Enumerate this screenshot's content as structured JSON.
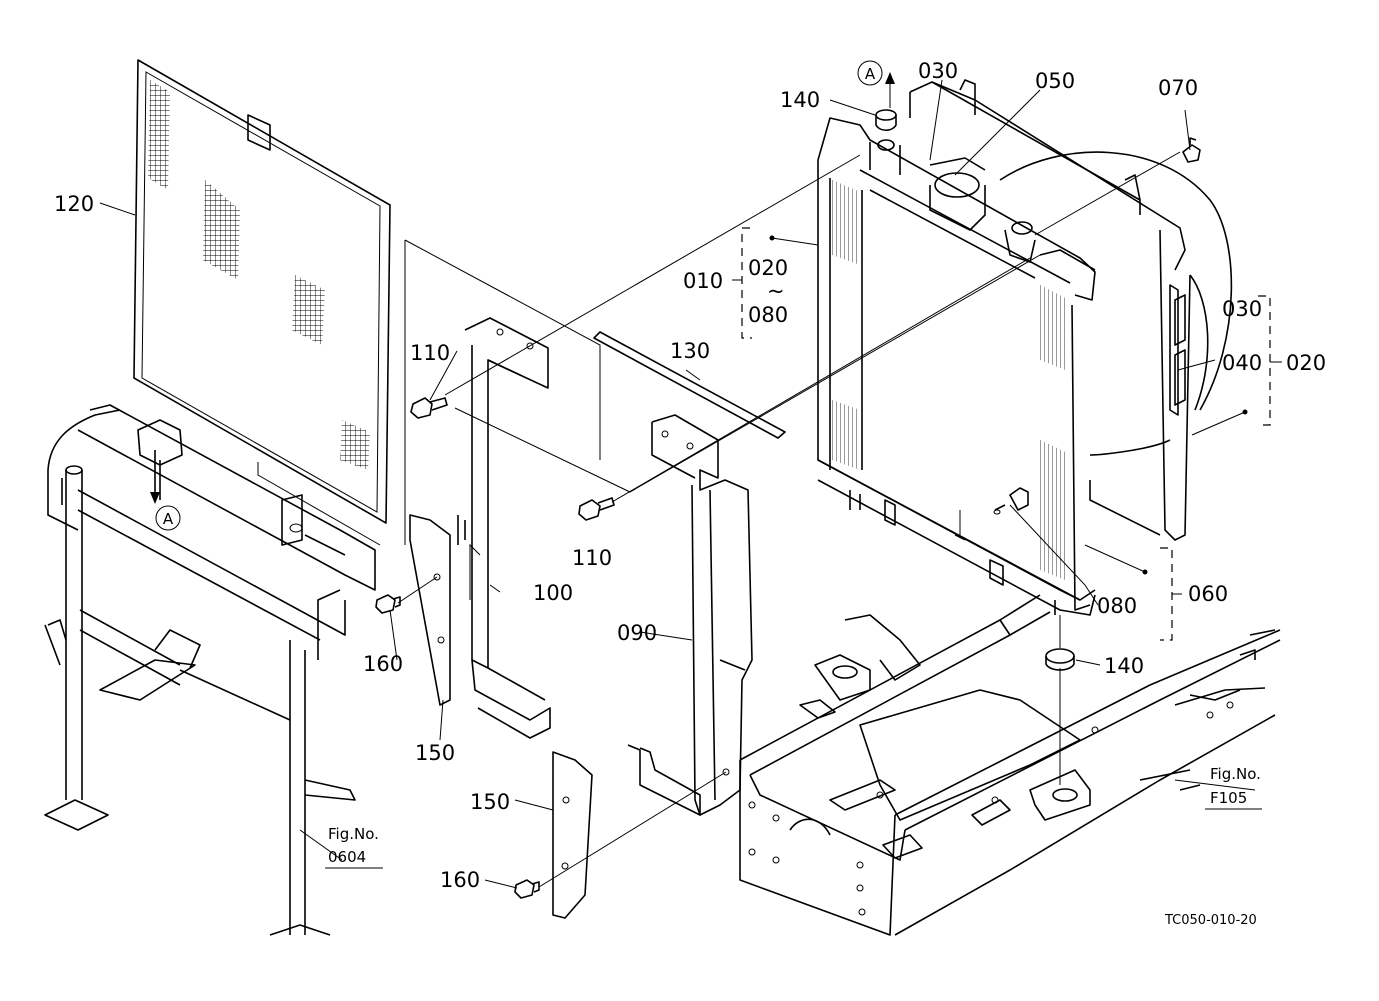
{
  "labels": {
    "p120": "120",
    "p110a": "110",
    "p110b": "110",
    "p130": "130",
    "p100": "100",
    "p090": "090",
    "p160a": "160",
    "p160b": "160",
    "p150a": "150",
    "p150b": "150",
    "p140a": "140",
    "p140b": "140",
    "p030a": "030",
    "p050": "050",
    "p070": "070",
    "p010": "010",
    "p020a": "020",
    "tilde": "~",
    "p080a": "080",
    "p030b": "030",
    "p040": "040",
    "p020b": "020",
    "p080b": "080",
    "p060": "060",
    "markerA": "A"
  },
  "refs": {
    "fig0604_label": "Fig.No.",
    "fig0604_num": "0604",
    "figF105_label": "Fig.No.",
    "figF105_num": "F105"
  },
  "drawing_code": "TC050-010-20"
}
